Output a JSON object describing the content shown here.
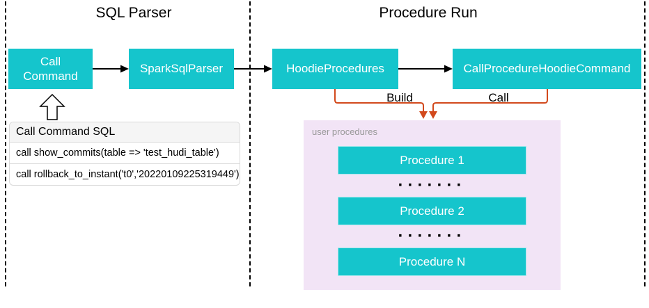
{
  "sections": {
    "left_title": "SQL Parser",
    "right_title": "Procedure Run"
  },
  "nodes": {
    "call_command": "Call Command",
    "spark_sql_parser": "SparkSqlParser",
    "hoodie_procedures": "HoodieProcedures",
    "call_procedure_hoodie_command": "CallProcedureHoodieCommand"
  },
  "edge_labels": {
    "build": "Build",
    "call": "Call"
  },
  "user_procedures": {
    "title": "user procedures",
    "items": [
      "Procedure 1",
      "Procedure 2",
      "Procedure N"
    ],
    "ellipsis": "·······"
  },
  "sql_panel": {
    "header": "Call Command SQL",
    "rows": [
      "call show_commits(table => 'test_hudi_table')",
      "call rollback_to_instant('t0','20220109225319449')"
    ]
  },
  "colors": {
    "node_fill": "#15c5cc",
    "arrow_black": "#000000",
    "arrow_orange": "#d2491c",
    "panel_purple": "#f2e4f6",
    "label_gray": "#999999",
    "sql_header_bg": "#f5f5f5"
  }
}
